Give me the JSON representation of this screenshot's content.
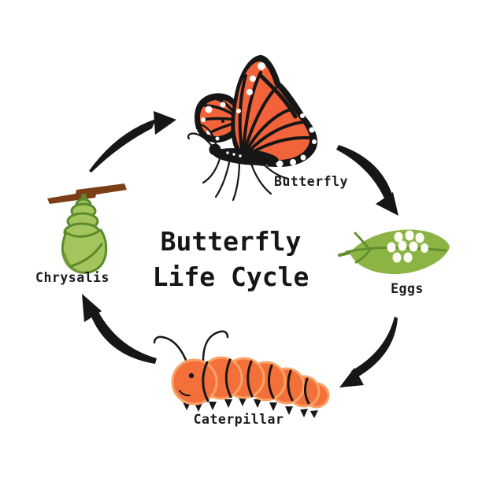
{
  "title": {
    "line1": "Butterfly",
    "line2": "Life Cycle"
  },
  "stages": [
    {
      "id": "butterfly",
      "label": "Butterfly",
      "illustration": "monarch-butterfly-icon"
    },
    {
      "id": "eggs",
      "label": "Eggs",
      "illustration": "eggs-on-leaf-icon"
    },
    {
      "id": "caterpillar",
      "label": "Caterpillar",
      "illustration": "caterpillar-icon"
    },
    {
      "id": "chrysalis",
      "label": "Chrysalis",
      "illustration": "chrysalis-on-branch-icon"
    }
  ],
  "cycle_arrows": [
    {
      "from": "chrysalis",
      "to": "butterfly",
      "direction": "up-right"
    },
    {
      "from": "butterfly",
      "to": "eggs",
      "direction": "down-right"
    },
    {
      "from": "eggs",
      "to": "caterpillar",
      "direction": "down-left"
    },
    {
      "from": "caterpillar",
      "to": "chrysalis",
      "direction": "up-left"
    }
  ],
  "colors": {
    "background": "#ffffff",
    "ink": "#1b1b1b",
    "butterfly_orange": "#f2633b",
    "caterpillar_orange": "#f4703b",
    "caterpillar_halo": "#f9a266",
    "leaf_green": "#8cb445",
    "leaf_vein_green": "#618f2f",
    "chrysalis_light_green": "#a4c45c",
    "chrysalis_dark_green": "#5d8a2e",
    "chrysalis_shadow_green": "#6e9c37",
    "branch_brown": "#7b3e16",
    "egg_white": "#fdfdf5"
  }
}
